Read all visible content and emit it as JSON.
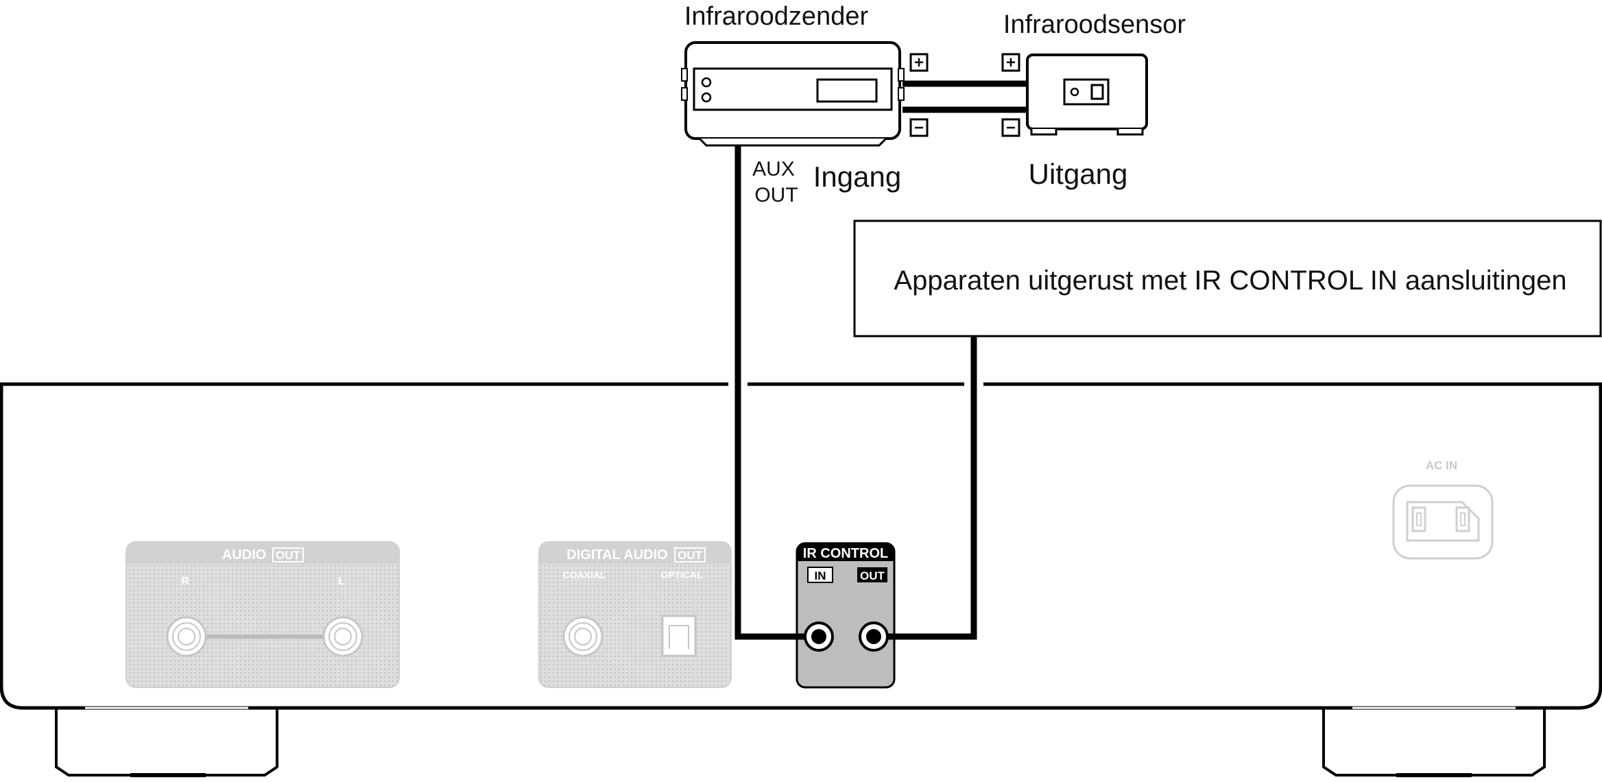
{
  "labels": {
    "transmitter": "Infraroodzender",
    "sensor": "Infraroodsensor",
    "input": "Ingang",
    "output": "Uitgang",
    "aux_line1": "AUX",
    "aux_line2": "OUT",
    "plus": "+",
    "minus": "−",
    "ir_devices_box": "Apparaten uitgerust met IR CONTROL IN aansluitingen"
  },
  "rear_panel": {
    "audio_out_title": "AUDIO",
    "audio_out_badge": "OUT",
    "audio_r": "R",
    "audio_l": "L",
    "digital_title": "DIGITAL AUDIO",
    "digital_badge": "OUT",
    "coaxial": "COAXIAL",
    "optical": "OPTICAL",
    "ir_control": "IR CONTROL",
    "ir_in": "IN",
    "ir_out": "OUT",
    "ac_in": "AC IN"
  },
  "colors": {
    "line": "#000000",
    "panel_grey": "#d9d9d9",
    "ir_box": "#bdbdbd"
  }
}
